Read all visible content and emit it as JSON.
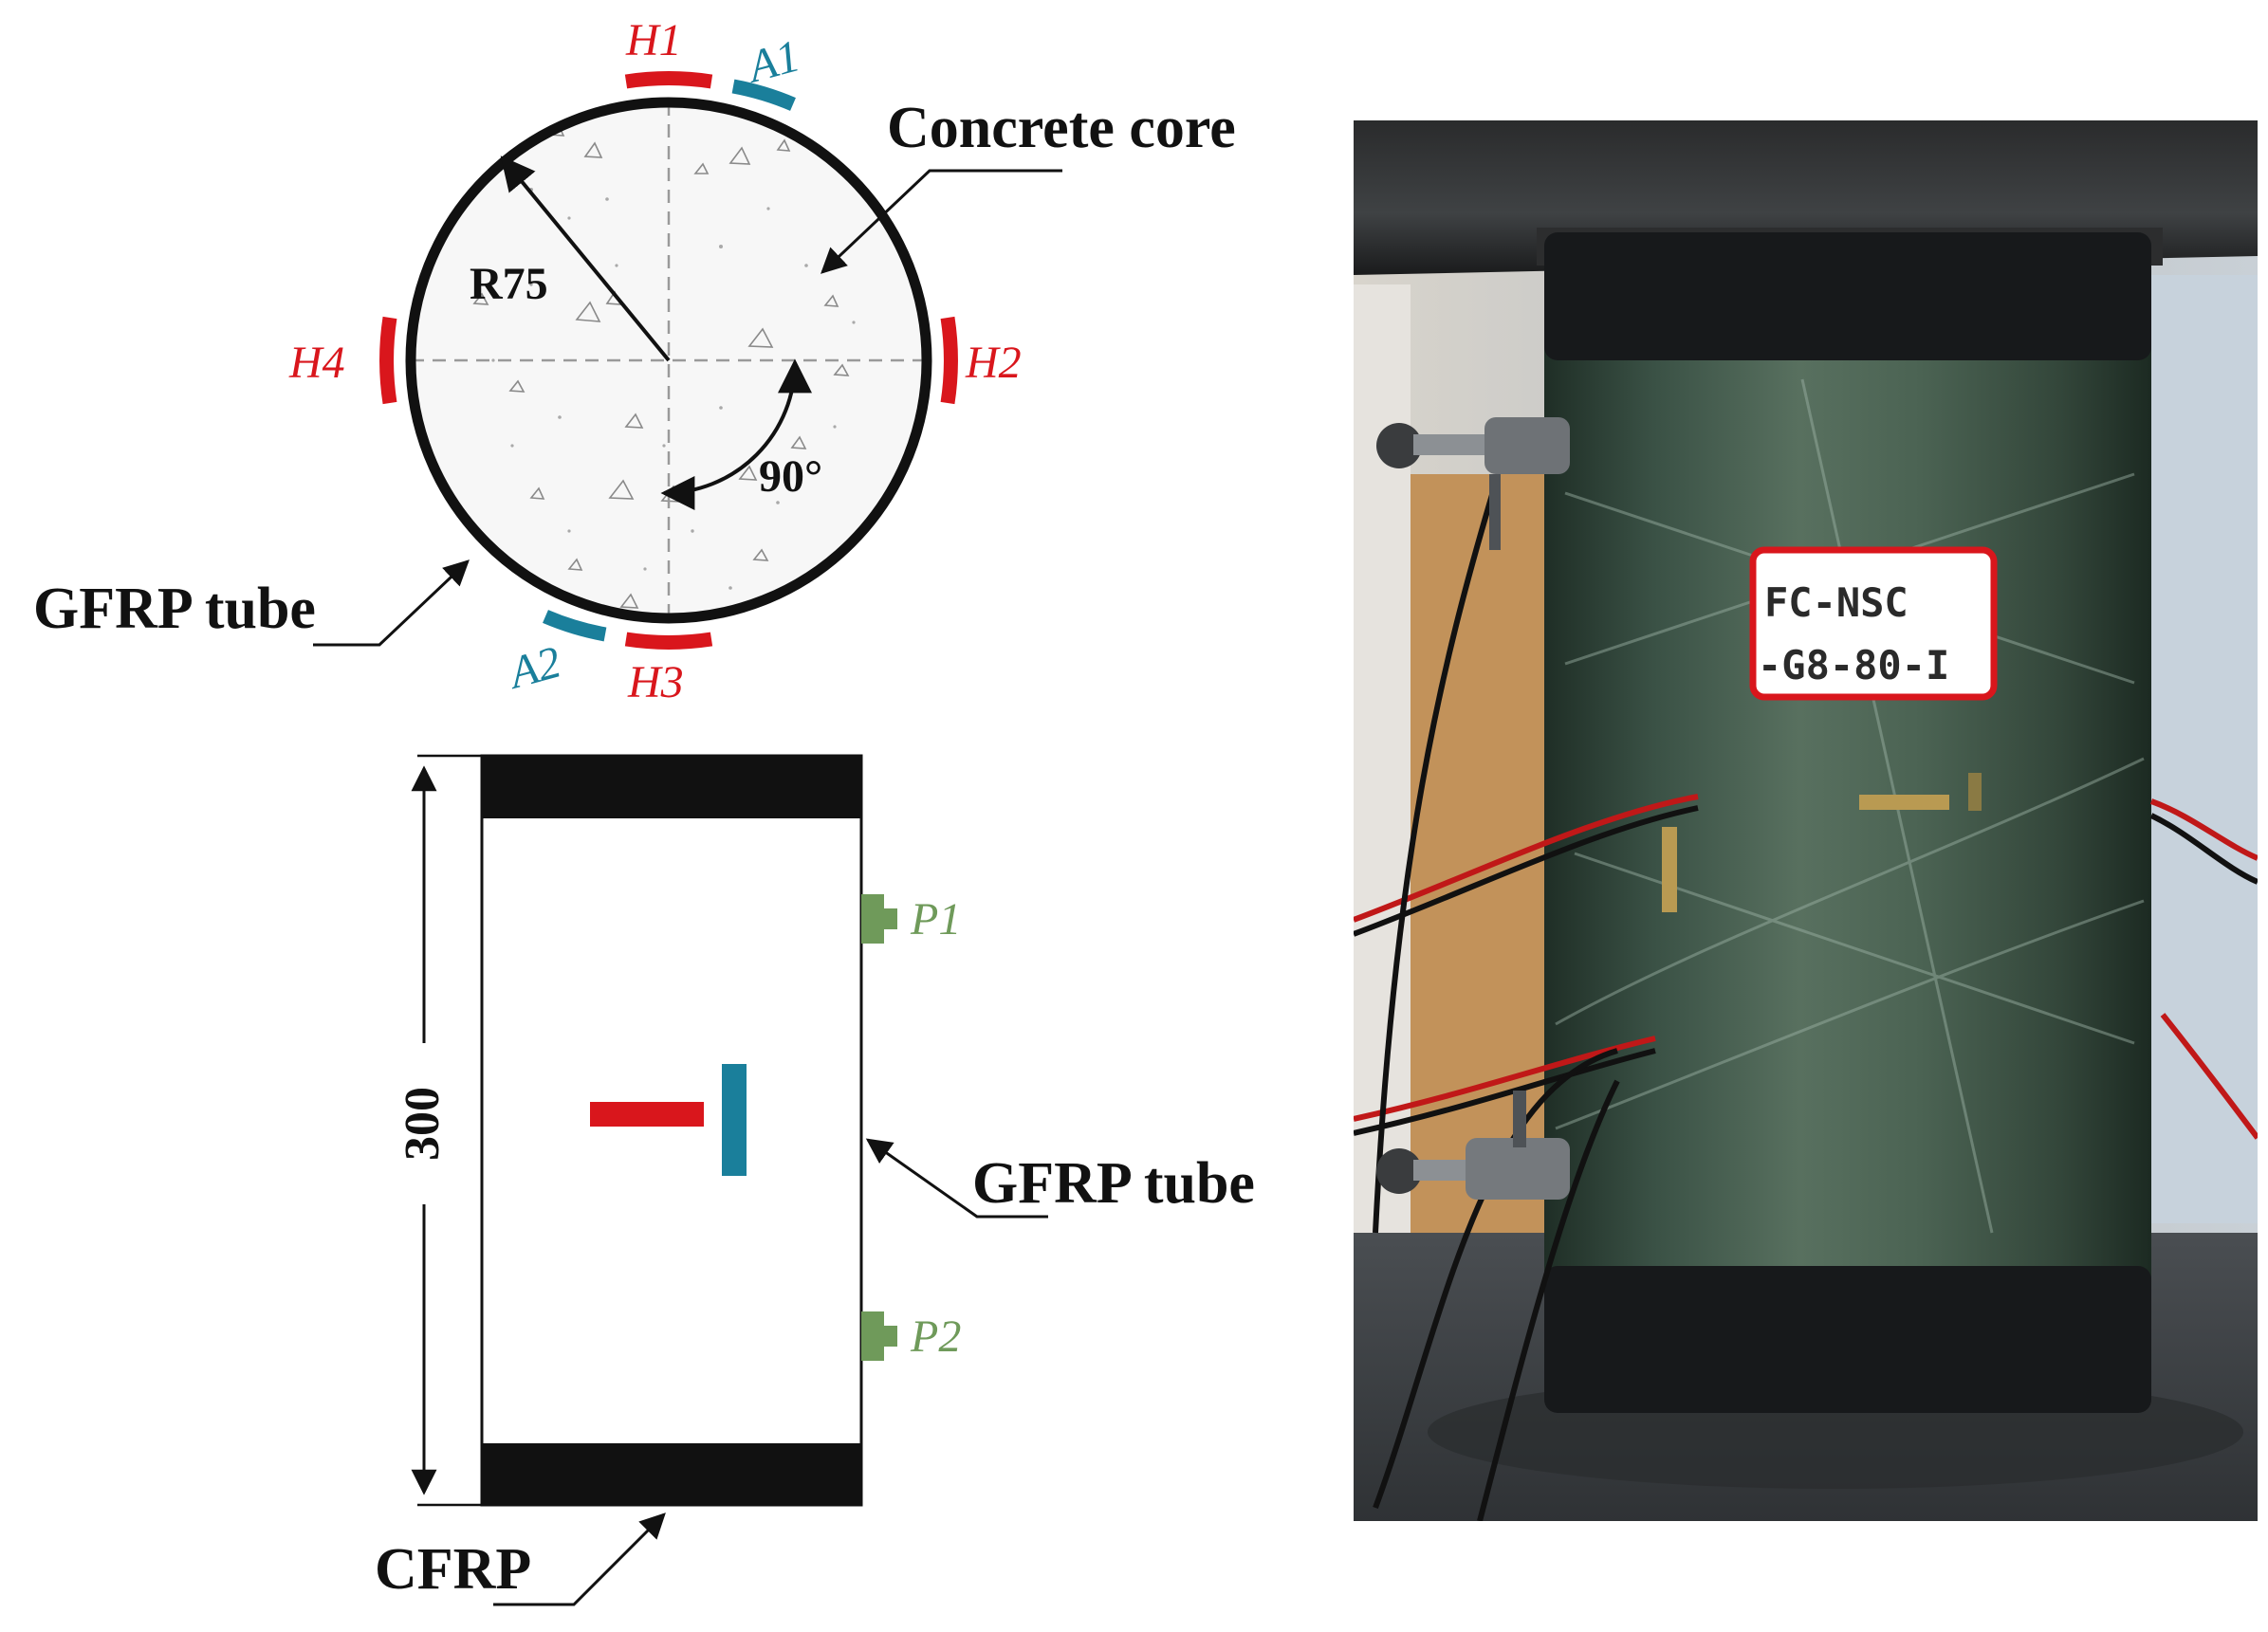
{
  "colors": {
    "hoop_gauge": "#d9161c",
    "axial_gauge": "#1a7f9b",
    "lvdt": "#6f9a5a",
    "tube": "#111111"
  },
  "cross_section": {
    "radius_label": "R75",
    "angle_label": "90°",
    "core_label": "Concrete core",
    "tube_label": "GFRP tube",
    "gauges": {
      "h1": "H1",
      "h2": "H2",
      "h3": "H3",
      "h4": "H4",
      "a1": "A1",
      "a2": "A2"
    }
  },
  "elevation": {
    "height_label": "300",
    "tube_label": "GFRP tube",
    "cfrp_label": "CFRP",
    "lvdt": {
      "p1": "P1",
      "p2": "P2"
    }
  },
  "photo": {
    "specimen_tag_line1": "FC-NSC",
    "specimen_tag_line2": "-G8-80-I"
  }
}
